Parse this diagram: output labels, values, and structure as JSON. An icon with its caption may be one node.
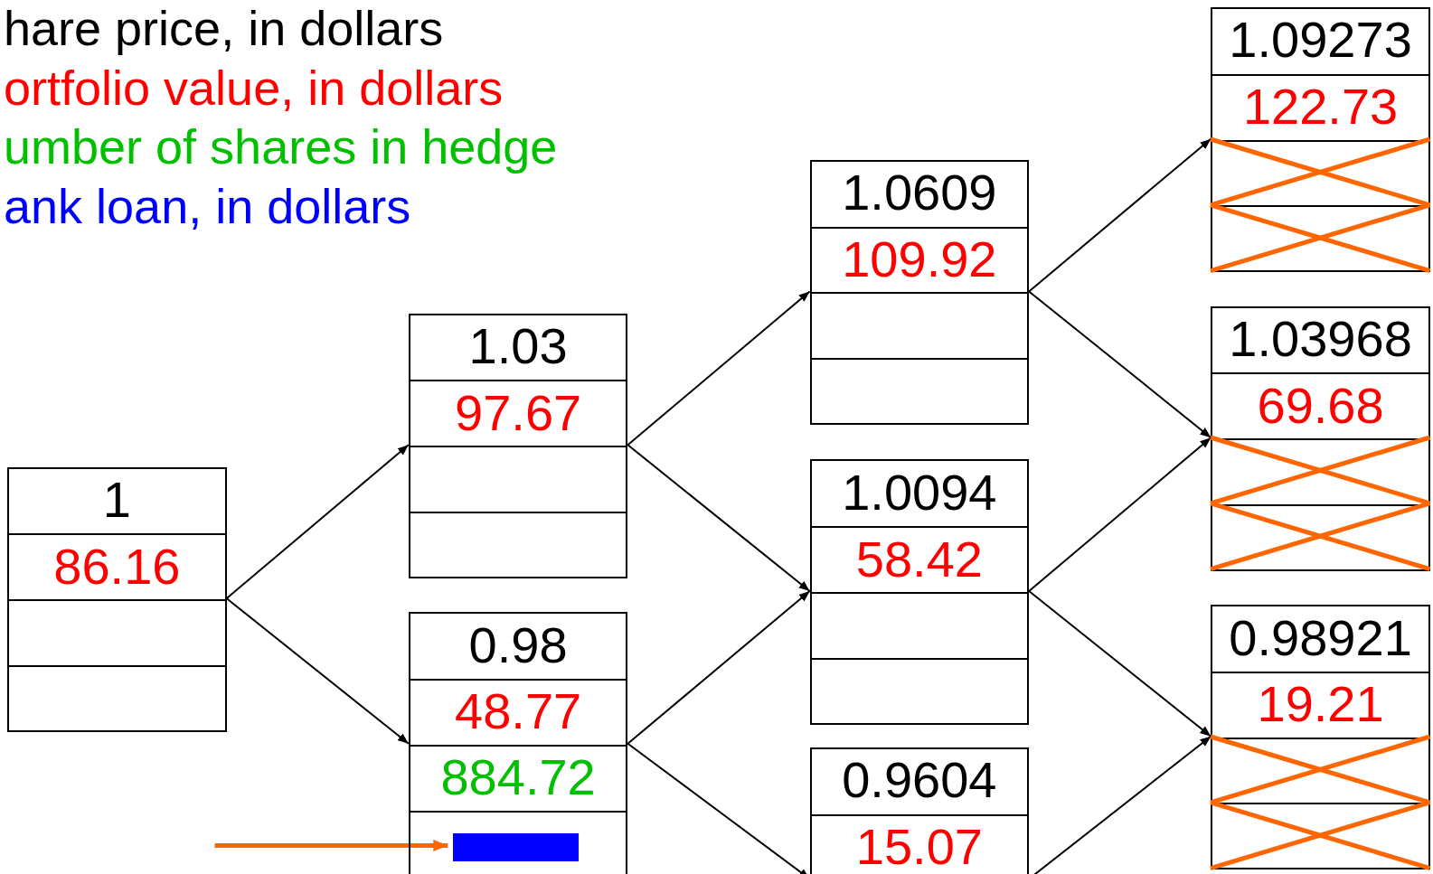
{
  "diagram": {
    "nodes": [
      {
        "text": [
          "1",
          "86.16"
        ]
      },
      {
        "text": [
          "1.03",
          "97.67"
        ]
      },
      {
        "text": [
          "0.98",
          "48.77",
          "884.72"
        ]
      },
      {
        "text": [],
        "shape": "bar",
        "in": 2
      },
      {
        "text": [
          "1.0609",
          "109.92"
        ]
      },
      {
        "text": [
          "1.0094",
          "58.42"
        ]
      },
      {
        "text": [
          "0.9604",
          "15.07"
        ]
      },
      {
        "text": [
          "1.09273",
          "122.73"
        ]
      },
      {
        "text": [
          "1.03968",
          "69.68"
        ]
      },
      {
        "text": [
          "0.98921",
          "19.21"
        ]
      }
    ],
    "edges": [
      {
        "from": 0,
        "to": 1,
        "arrow": "to"
      },
      {
        "from": 0,
        "to": 2,
        "arrow": "to"
      },
      {
        "from": 1,
        "to": 4,
        "arrow": "to"
      },
      {
        "from": 1,
        "to": 5,
        "arrow": "to"
      },
      {
        "from": 2,
        "to": 5,
        "arrow": "to"
      },
      {
        "from": 2,
        "to": 6,
        "arrow": "to"
      },
      {
        "from": 4,
        "to": 7,
        "arrow": "to"
      },
      {
        "from": 4,
        "to": 8,
        "arrow": "to"
      },
      {
        "from": 5,
        "to": 8,
        "arrow": "to"
      },
      {
        "from": 5,
        "to": 9,
        "arrow": "to"
      },
      {
        "from": 6,
        "to": 9,
        "arrow": "to"
      },
      {
        "from": null,
        "to": 3,
        "arrow": "to",
        "style": "thick",
        "color": "#ff6600"
      }
    ],
    "labels": [
      "hare price, in dollars",
      "ortfolio value, in dollars",
      "umber of shares in hedge",
      "ank loan, in dollars"
    ]
  }
}
